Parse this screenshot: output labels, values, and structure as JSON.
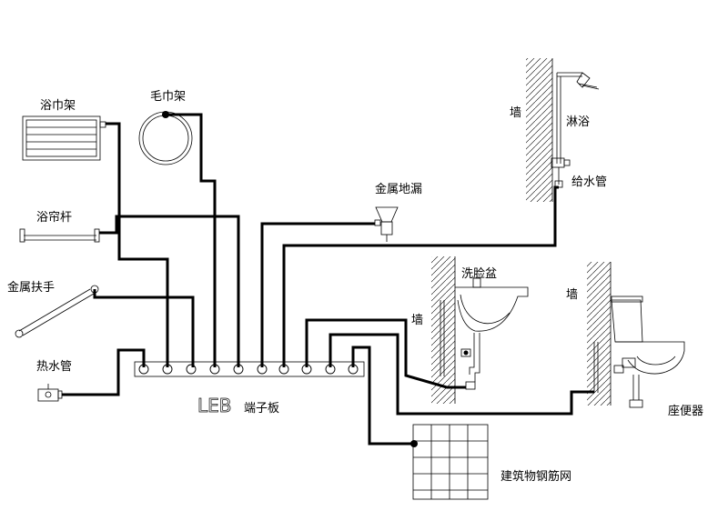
{
  "labels": {
    "towel_rack": "浴巾架",
    "towel_ring": "毛巾架",
    "shower_rod": "浴帘杆",
    "grab_bar": "金属扶手",
    "hot_water_pipe": "热水管",
    "floor_drain": "金属地漏",
    "shower": "淋浴",
    "water_supply_pipe": "给水管",
    "wall_shower": "墙",
    "washbasin": "洗脸盆",
    "wall_basin": "墙",
    "wall_toilet": "墙",
    "toilet": "座便器",
    "leb_code": "LEB",
    "leb_suffix": "端子板",
    "rebar_mesh": "建筑物钢筋网"
  },
  "colors": {
    "line": "#000000",
    "background": "#ffffff"
  }
}
